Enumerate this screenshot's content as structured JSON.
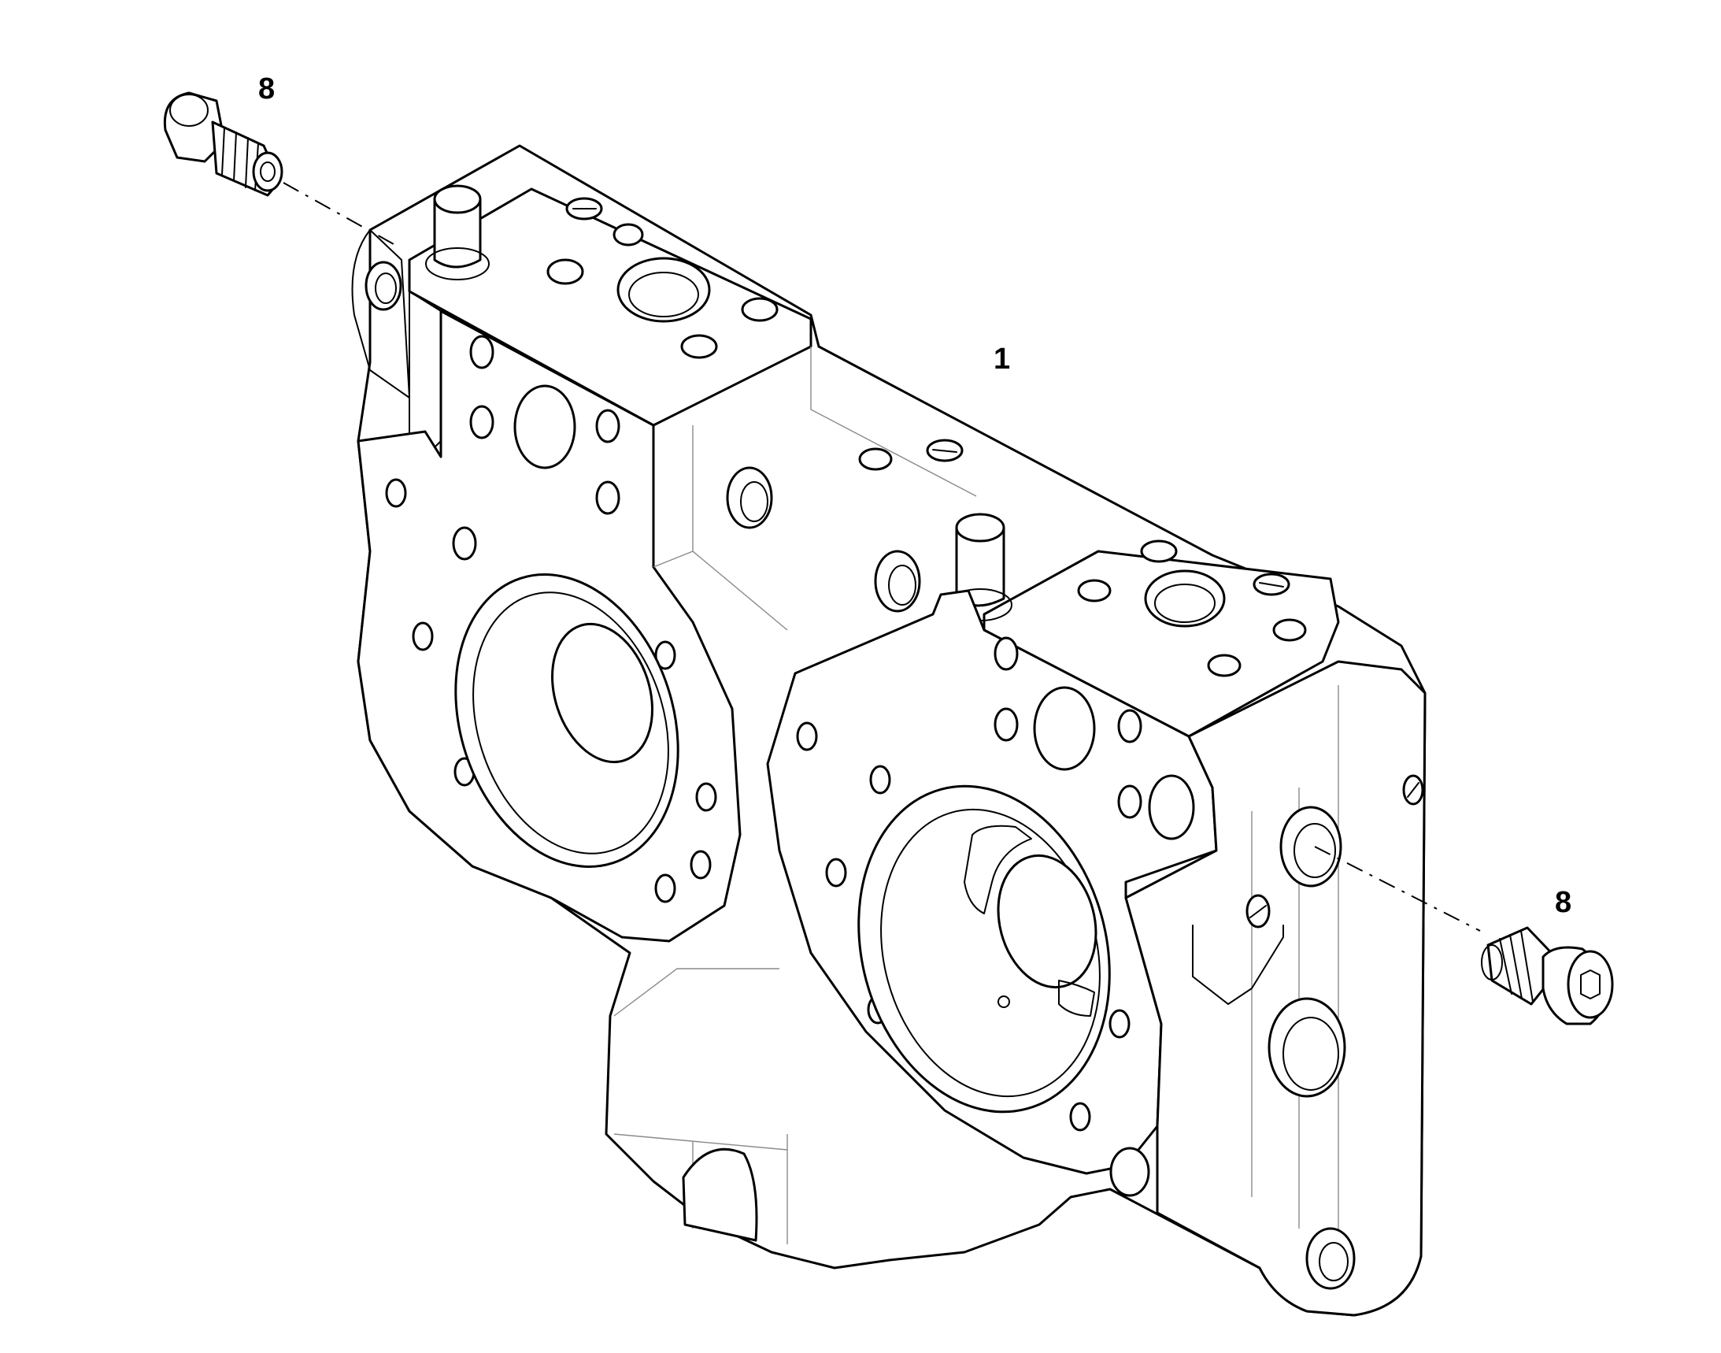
{
  "diagram": {
    "callouts": {
      "housing": "1",
      "valve_top_left": "8",
      "valve_right": "8"
    }
  }
}
